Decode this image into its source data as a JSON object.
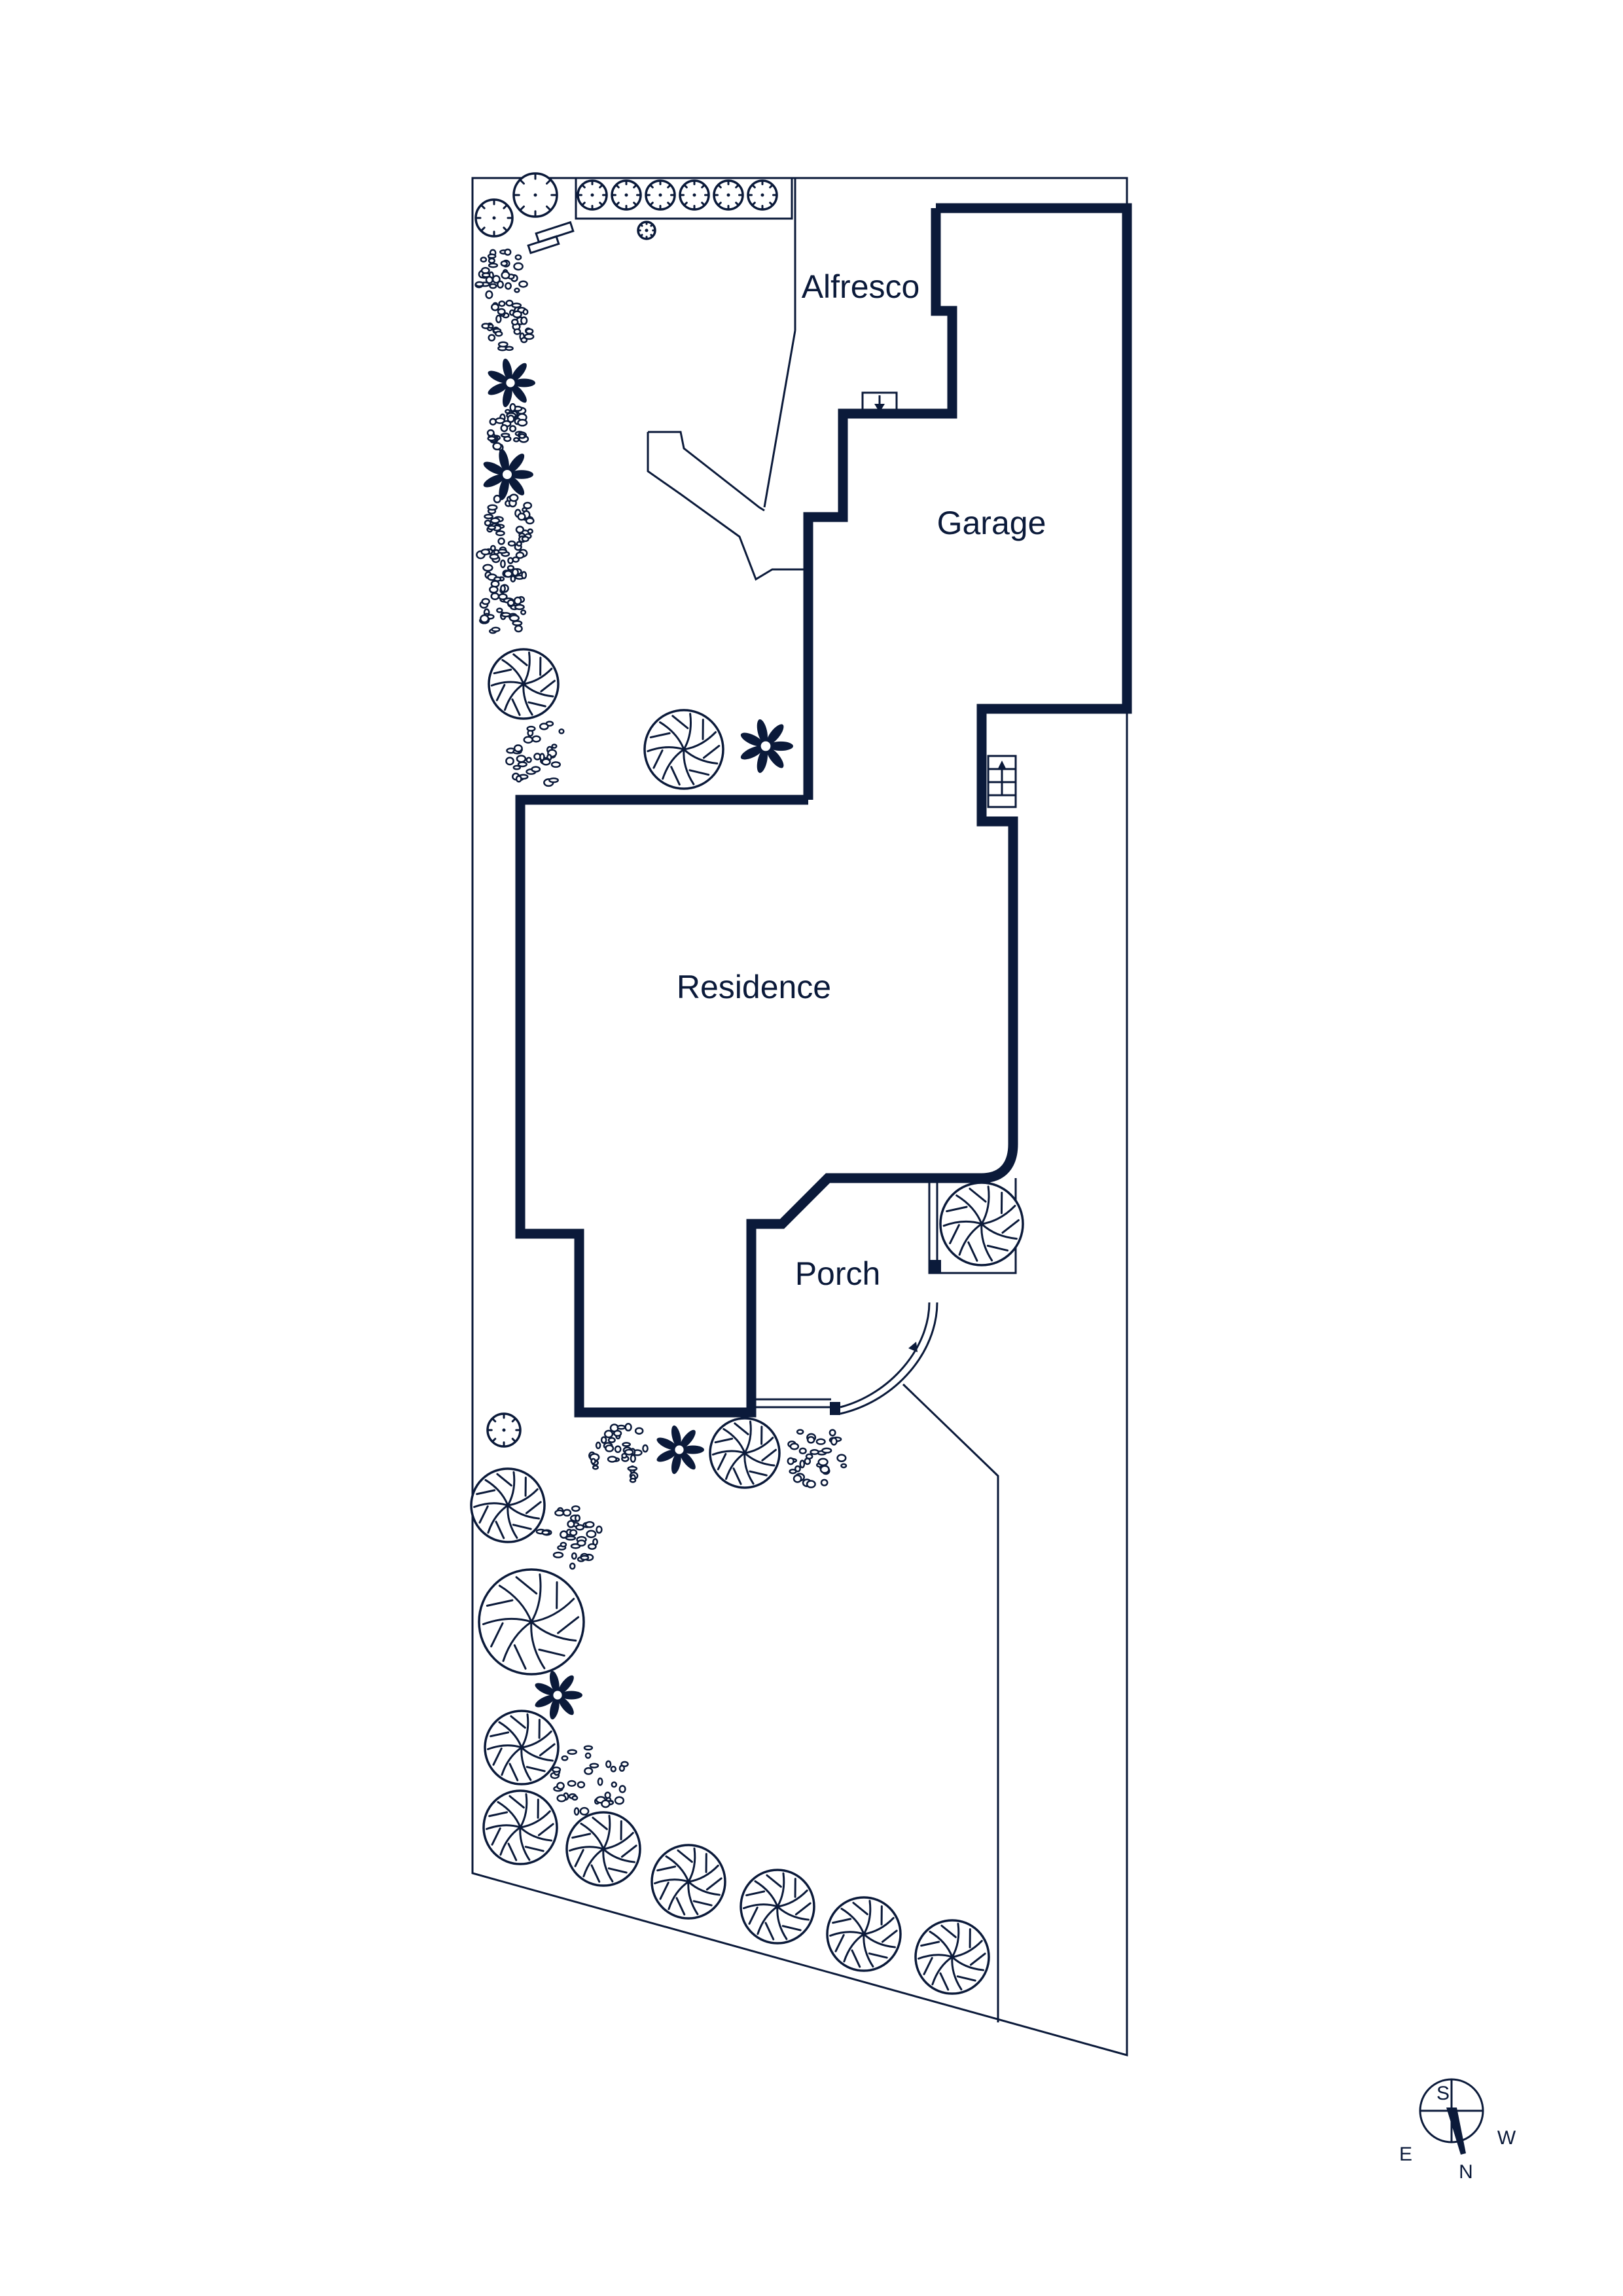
{
  "rooms": {
    "alfresco": "Alfresco",
    "garage": "Garage",
    "residence": "Residence",
    "porch": "Porch"
  },
  "compass": {
    "north": "N",
    "south": "S",
    "east": "E",
    "west": "W"
  },
  "colors": {
    "ink": "#0b1a3a",
    "background": "#ffffff"
  },
  "icons": [
    "tree-icon",
    "shrub-icon",
    "star-plant-icon",
    "compass-icon",
    "stairs-icon",
    "door-arrow-icon"
  ]
}
